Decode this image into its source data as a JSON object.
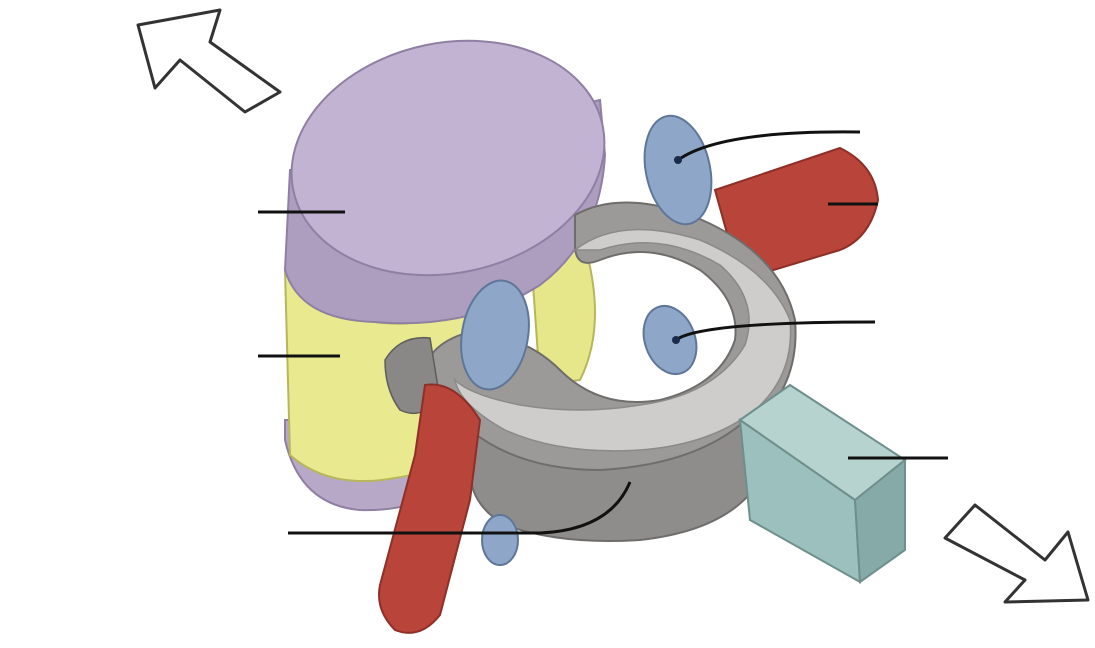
{
  "diagram": {
    "type": "labeled anatomical illustration (unlabeled leader lines)",
    "labels": [
      "",
      "",
      "",
      "",
      "",
      "",
      ""
    ],
    "colors": {
      "vertebral_body": "#b6a6c6",
      "vertebral_body_top": "#c3b3d3",
      "intervertebral_disc": "#e9ea8f",
      "articular_facets": "#8ea6c8",
      "vertebral_arch": "#9c9a98",
      "arch_highlight": "#cfcdcb",
      "transverse_processes": "#b8443a",
      "spinous_process": "#9cc0bd",
      "leader_lines": "#111111",
      "arrows": "#333333"
    },
    "arrows": [
      "upper-left",
      "lower-right"
    ]
  }
}
